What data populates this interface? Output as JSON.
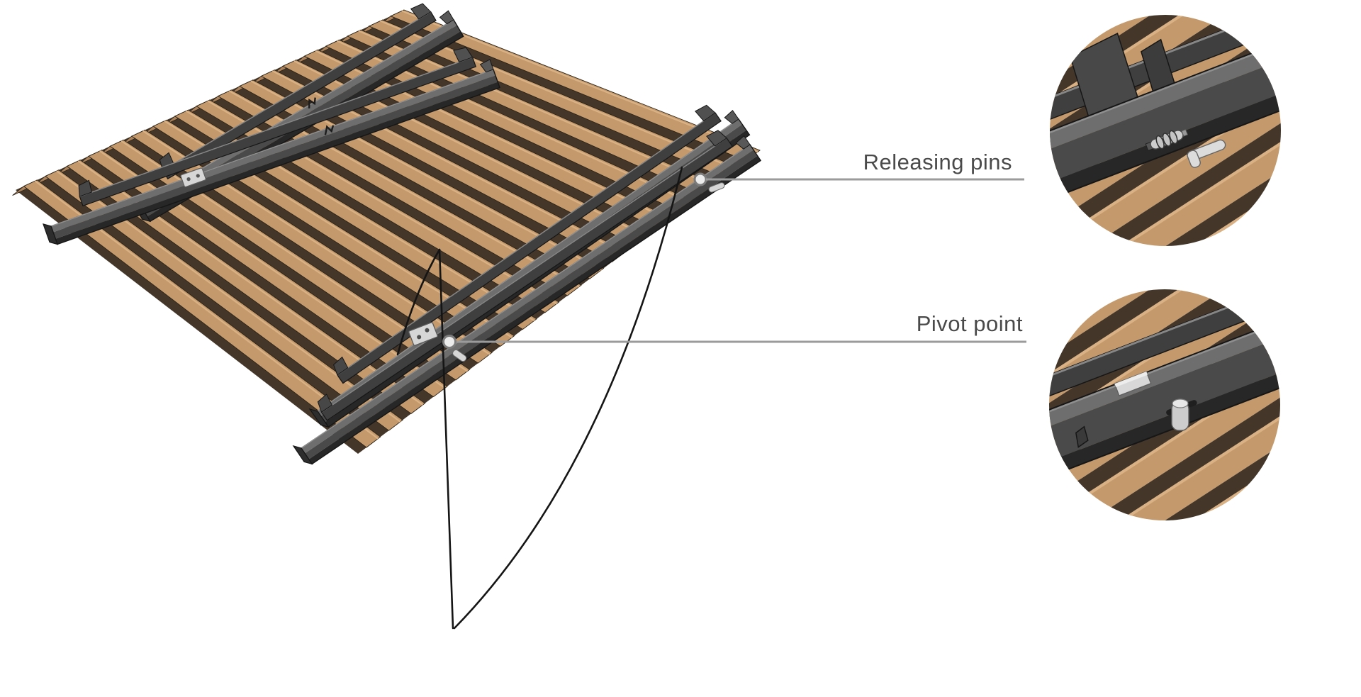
{
  "diagram": {
    "type": "assembly-callout-illustration",
    "panel": {
      "slat_count": 18,
      "rail_pairs": 2,
      "detail_views": 2
    },
    "callouts": [
      {
        "id": "releasing-pins",
        "label": "Releasing pins"
      },
      {
        "id": "pivot-point",
        "label": "Pivot point"
      }
    ],
    "colors": {
      "background": "#ffffff",
      "label_text": "#4a4a4a",
      "leader_line": "#9b9b9b",
      "swing_arc": "#151515",
      "wood_light": "#c49a6c",
      "wood_highlight": "#d9b184",
      "wood_dark": "#44372a",
      "wood_end": "#a9815a",
      "rail_flange": "#6e6e6e",
      "rail_web": "#4a4a4a",
      "rail_lip": "#272727",
      "rail_carrier": "#3f3f3f",
      "rail_outline": "#161616",
      "metal_light": "#d6d6d6",
      "metal_stroke": "#6a6a6a"
    }
  }
}
